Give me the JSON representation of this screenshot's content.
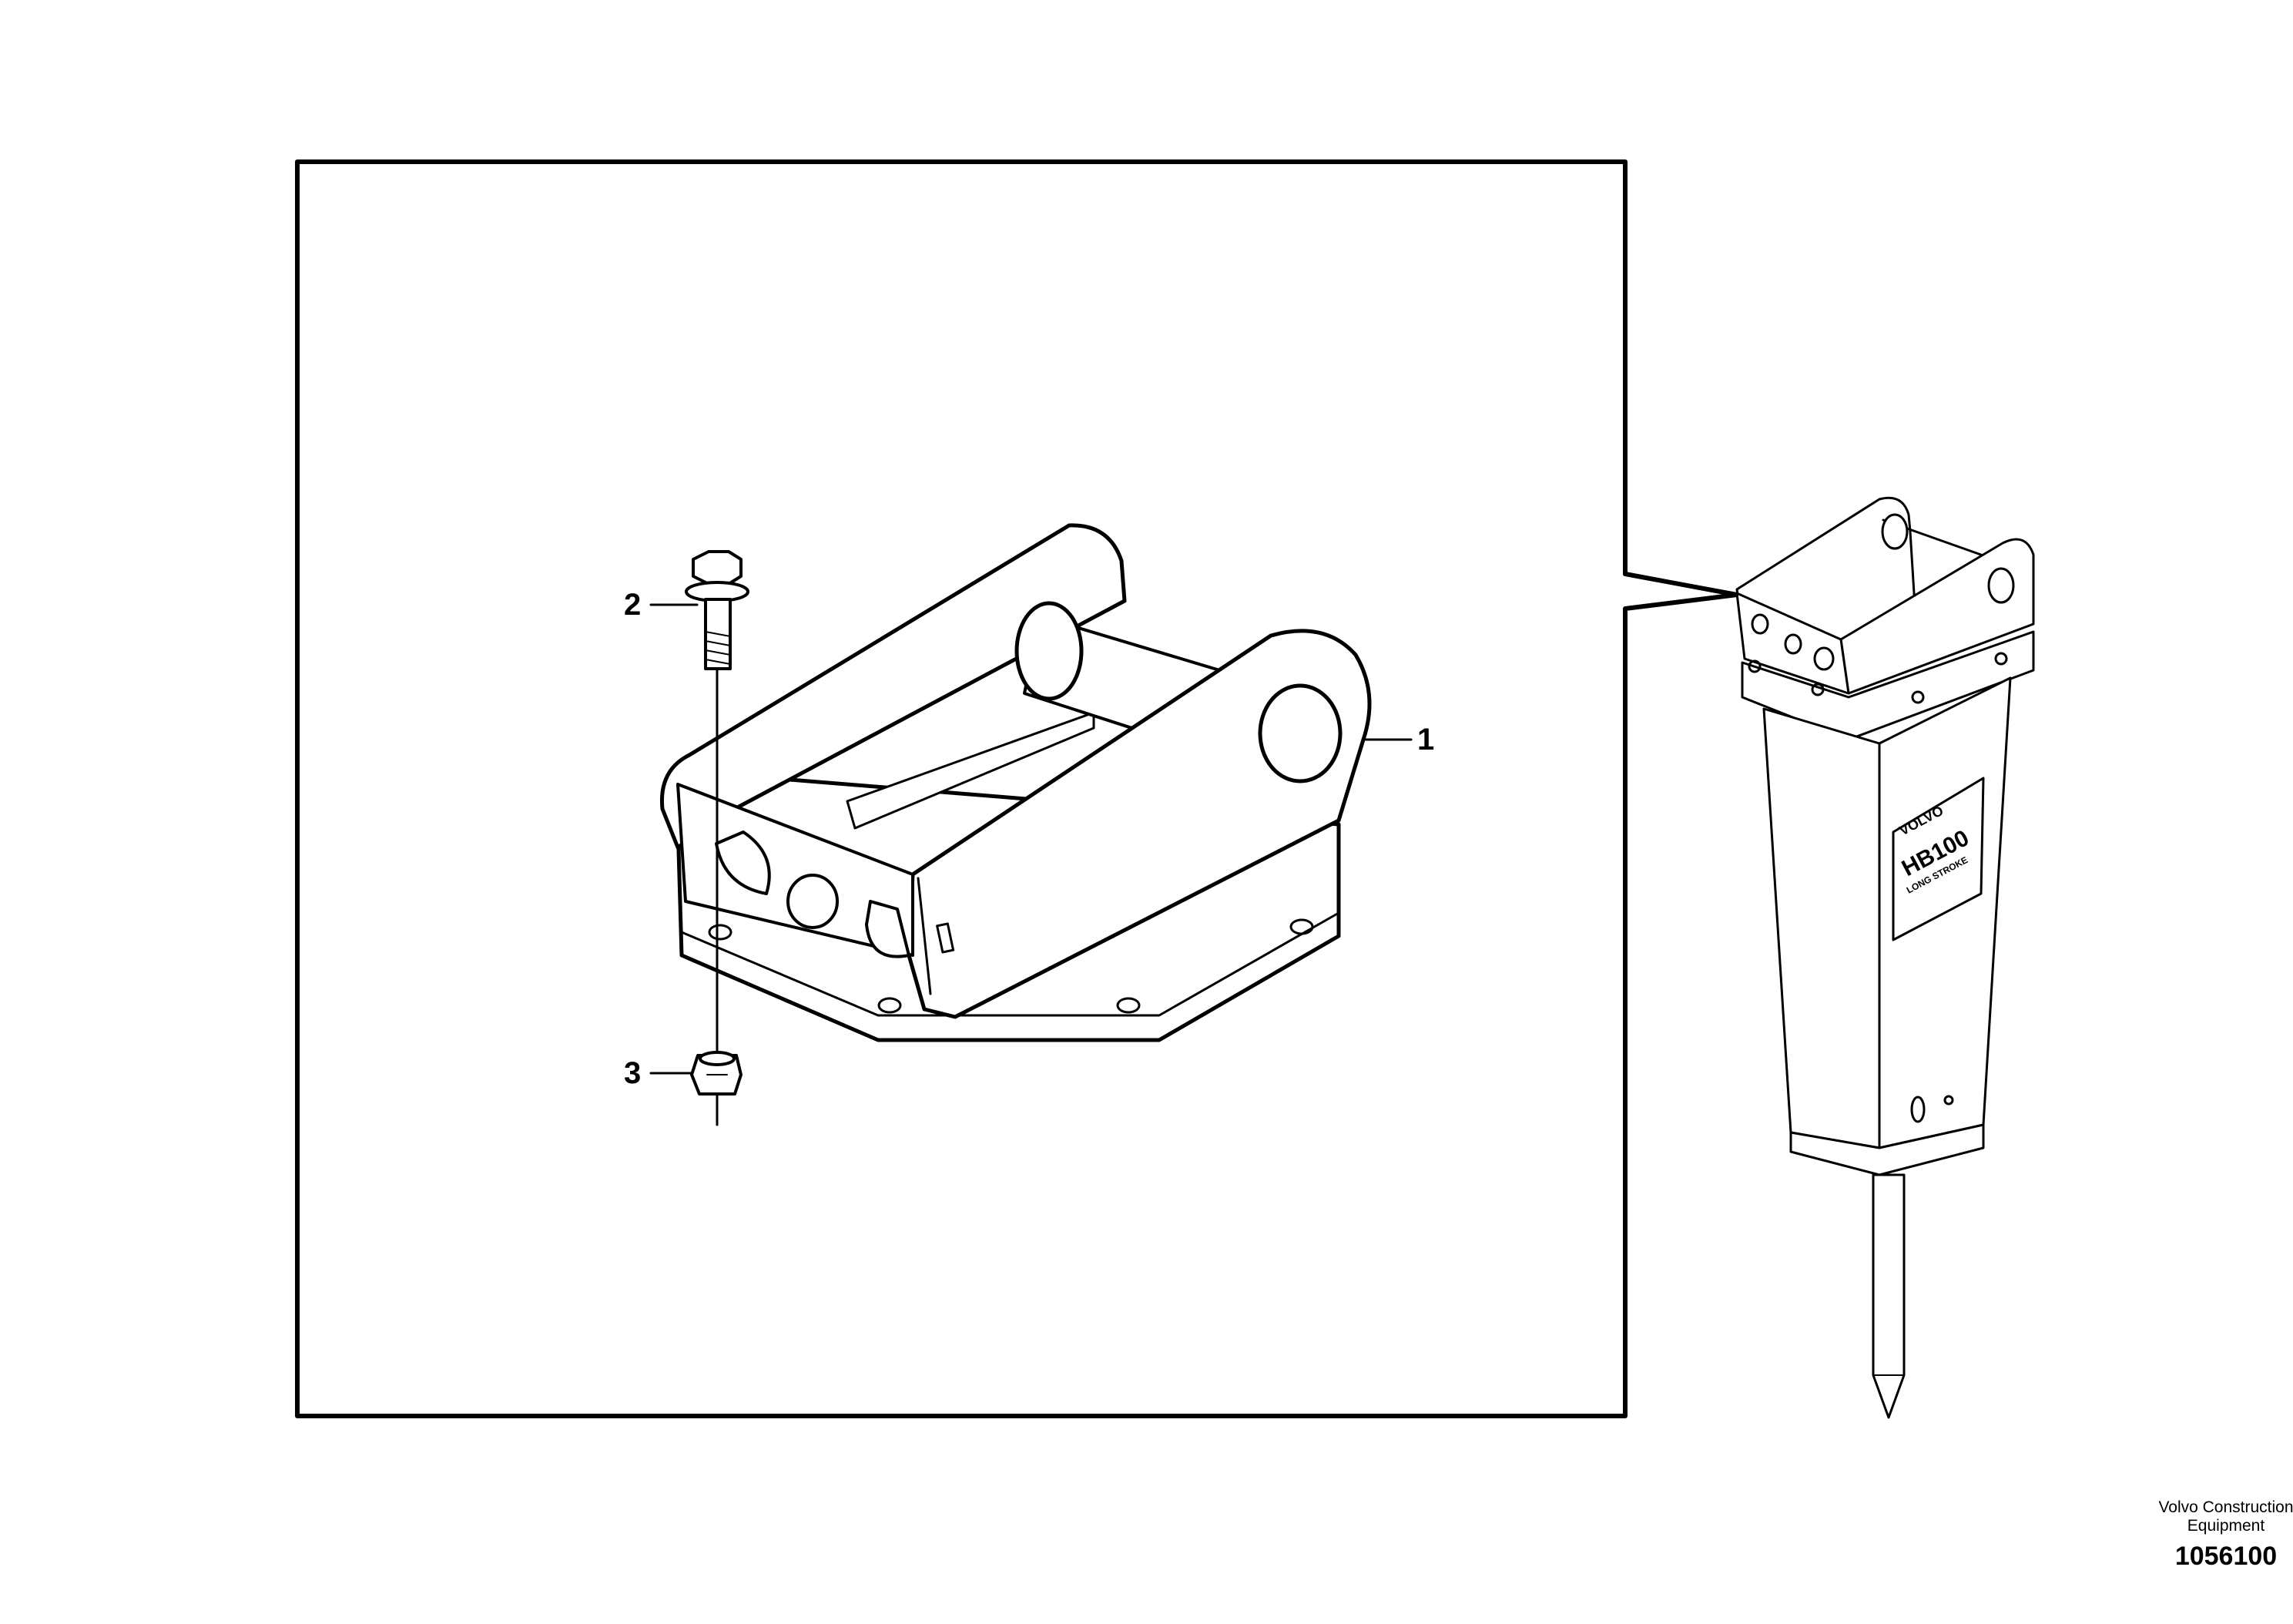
{
  "callouts": [
    {
      "id": "1",
      "label": "1"
    },
    {
      "id": "2",
      "label": "2"
    },
    {
      "id": "3",
      "label": "3"
    }
  ],
  "hammer_plate": {
    "brand": "VOLVO",
    "model": "HB100",
    "sub": "LONG STROKE"
  },
  "credit": {
    "line1": "Volvo Construction",
    "line2": "Equipment",
    "doc_number": "1056100"
  }
}
